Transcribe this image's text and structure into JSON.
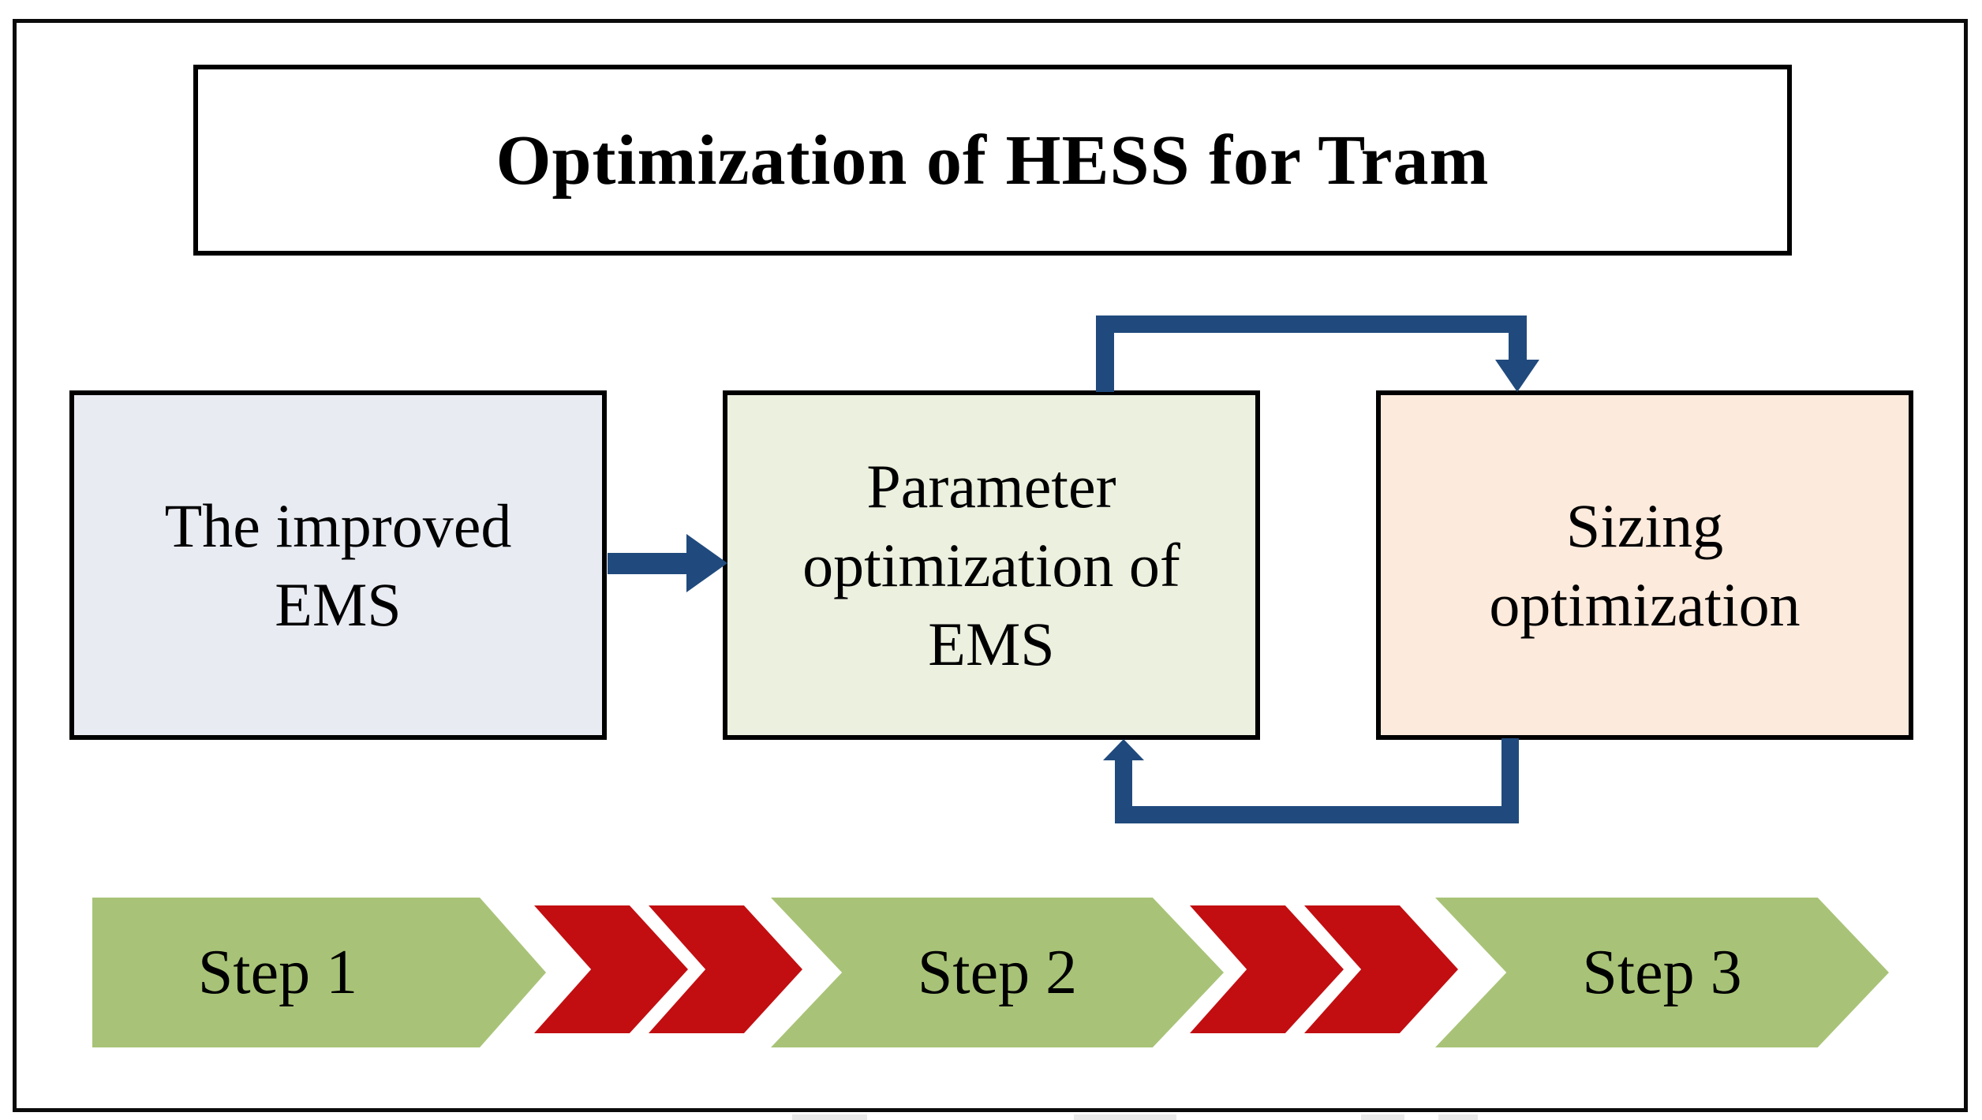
{
  "title": "Optimization of HESS for Tram",
  "boxes": [
    {
      "id": "improved-ems",
      "lines": [
        "The improved",
        "EMS"
      ],
      "fill": "#E9EBF3"
    },
    {
      "id": "parameter-optimization",
      "lines": [
        "Parameter",
        "optimization of",
        "EMS"
      ],
      "fill": "#EBF0DF"
    },
    {
      "id": "sizing-optimization",
      "lines": [
        "Sizing",
        "optimization"
      ],
      "fill": "#FCEADC"
    }
  ],
  "flow": {
    "arrows": [
      "improved-ems to parameter-optimization",
      "parameter-optimization to sizing-optimization (top loop)",
      "sizing-optimization to parameter-optimization (bottom loop)"
    ]
  },
  "steps": [
    {
      "label": "Step 1"
    },
    {
      "label": "Step 2"
    },
    {
      "label": "Step 3"
    }
  ],
  "colors": {
    "arrow_blue": "#204A7D",
    "step_green": "#A8C377",
    "chevron_red": "#C20E11",
    "border_black": "#000000"
  }
}
